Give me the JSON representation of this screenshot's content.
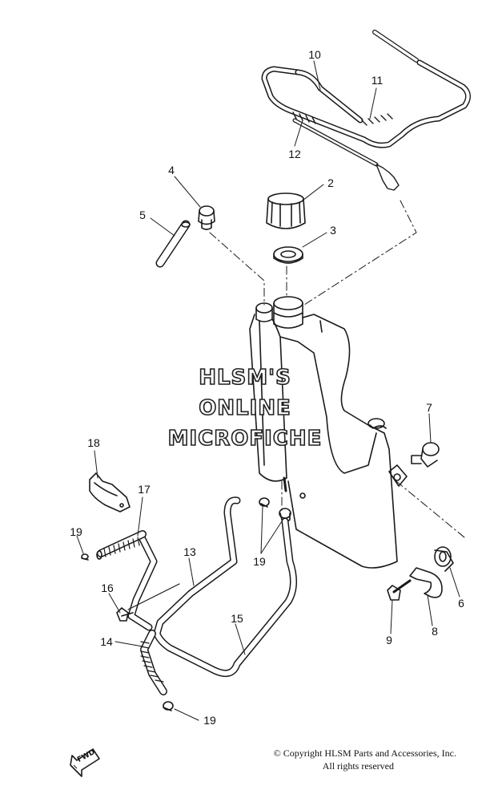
{
  "watermark": {
    "line1": "HLSM'S",
    "line2": "ONLINE",
    "line3": "MICROFICHE"
  },
  "copyright": {
    "line1": "© Copyright HLSM Parts and Accessories, Inc.",
    "line2": "All rights reserved"
  },
  "fwd_label": "FWD",
  "callouts": [
    "10",
    "11",
    "12",
    "4",
    "2",
    "5",
    "3",
    "7",
    "18",
    "17",
    "19",
    "13",
    "19",
    "16",
    "15",
    "14",
    "19",
    "6",
    "8",
    "9"
  ],
  "colors": {
    "line": "#1a1a1a",
    "background": "#ffffff"
  }
}
